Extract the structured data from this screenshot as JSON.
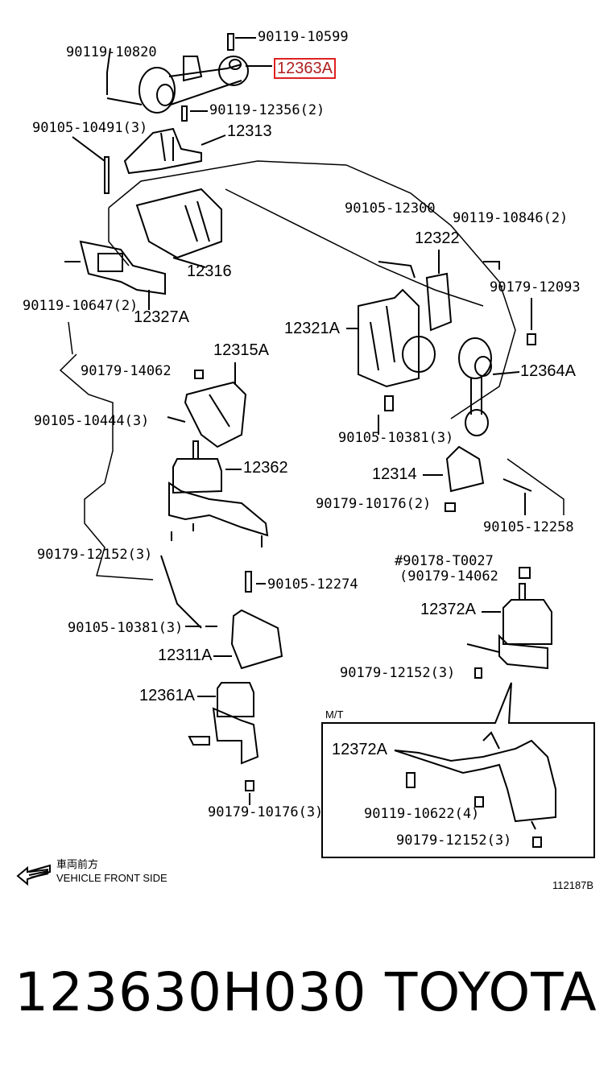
{
  "labels": {
    "p_90119_10599": "90119-10599",
    "p_90119_10820": "90119-10820",
    "p_12363A": "12363A",
    "p_90119_12356": "90119-12356(2)",
    "p_90105_10491": "90105-10491(3)",
    "p_12313": "12313",
    "p_12316": "12316",
    "p_90105_12300": "90105-12300",
    "p_90119_10846": "90119-10846(2)",
    "p_12322": "12322",
    "p_90179_12093": "90179-12093",
    "p_90119_10647": "90119-10647(2)",
    "p_12327A": "12327A",
    "p_12321A": "12321A",
    "p_12315A": "12315A",
    "p_90179_14062": "90179-14062",
    "p_12364A": "12364A",
    "p_90105_10444": "90105-10444(3)",
    "p_90105_10381_a": "90105-10381(3)",
    "p_12362": "12362",
    "p_12314": "12314",
    "p_90179_10176_a": "90179-10176(2)",
    "p_90105_12258": "90105-12258",
    "p_90179_12152_a": "90179-12152(3)",
    "p_90178_T0027": "#90178-T0027",
    "p_90179_14062_b": "(90179-14062",
    "p_90105_12274": "90105-12274",
    "p_12372A_a": "12372A",
    "p_90105_10381_b": "90105-10381(3)",
    "p_12311A": "12311A",
    "p_90179_12152_b": "90179-12152(3)",
    "p_12361A": "12361A",
    "p_mt": "M/T",
    "p_12372A_b": "12372A",
    "p_90119_10622": "90119-10622(4)",
    "p_90179_10176_b": "90179-10176(3)",
    "p_90179_12152_c": "90179-12152(3)"
  },
  "legend": {
    "jp": "車両前方",
    "en": "VEHICLE FRONT SIDE"
  },
  "figure_id": "112187B",
  "footer": {
    "part_number": "123630H030",
    "brand": "TOYOTA"
  },
  "colors": {
    "line": "#000000",
    "highlight": "#e02020"
  }
}
